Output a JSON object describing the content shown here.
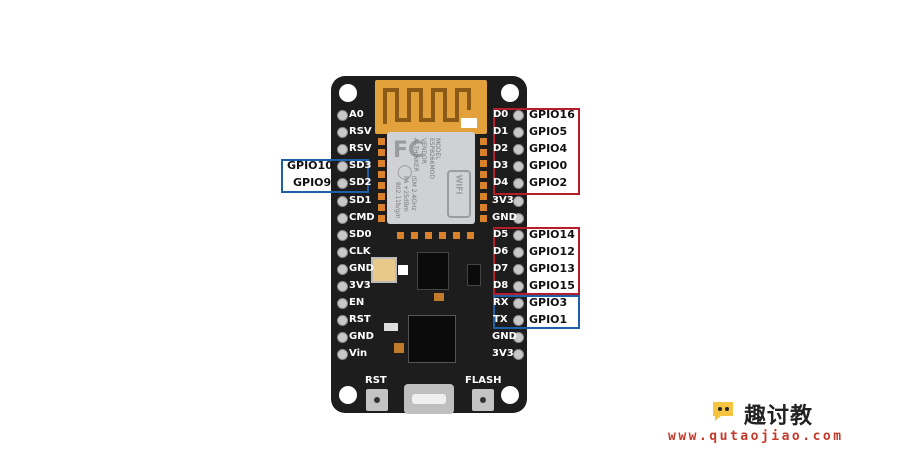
{
  "left_pins": [
    "A0",
    "RSV",
    "RSV",
    "SD3",
    "SD2",
    "SD1",
    "CMD",
    "SD0",
    "CLK",
    "GND",
    "3V3",
    "EN",
    "RST",
    "GND",
    "Vin"
  ],
  "right_pins": [
    "D0",
    "D1",
    "D2",
    "D3",
    "D4",
    "3V3",
    "GND",
    "D5",
    "D6",
    "D7",
    "D8",
    "RX",
    "TX",
    "GND",
    "3V3"
  ],
  "right_gpio_labels": {
    "D0": "GPIO16",
    "D1": "GPIO5",
    "D2": "GPIO4",
    "D3": "GPIO0",
    "D4": "GPIO2",
    "D5": "GPIO14",
    "D6": "GPIO12",
    "D7": "GPIO13",
    "D8": "GPIO15",
    "RX": "GPIO3",
    "TX": "GPIO1"
  },
  "left_gpio_labels": {
    "SD3": "GPIO10",
    "SD2": "GPIO9"
  },
  "buttons": {
    "rst": "RST",
    "flash": "FLASH"
  },
  "module_text": [
    "MODEL",
    "ESP8266MOD",
    "VENDOR",
    "AI-THINKER",
    "ISM 2.4GHz",
    "PA +25dBm",
    "802.11b/g/n"
  ],
  "module_marks": {
    "fcc": "FC",
    "wifi": "WiFi"
  },
  "watermark": {
    "name": "趣讨教",
    "url": "www.qutaojiao.com"
  },
  "colors": {
    "board": "#1d1d1d",
    "highlight_red": "#b51d2a",
    "highlight_blue": "#1f5fa8",
    "antenna": "#e2a13a",
    "url": "#c23a2a"
  }
}
